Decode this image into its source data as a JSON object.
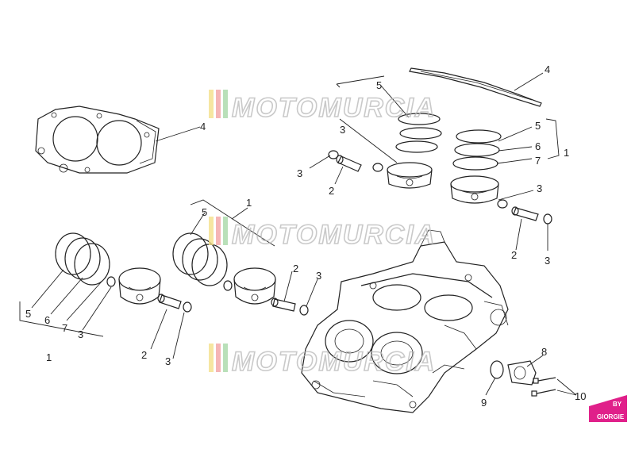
{
  "watermark": {
    "text": "MOTOMURCIA"
  },
  "badge": {
    "line1": "BY",
    "line2": "GIORGIE",
    "color": "#e0208a"
  },
  "stripe_colors": [
    "#f4e08a",
    "#f2a3a3",
    "#a8d8a8"
  ],
  "callouts": [
    {
      "id": "c1",
      "text": "4"
    },
    {
      "id": "c2",
      "text": "4"
    },
    {
      "id": "c3",
      "text": "5"
    },
    {
      "id": "c4",
      "text": "3"
    },
    {
      "id": "c5",
      "text": "3"
    },
    {
      "id": "c6",
      "text": "2"
    },
    {
      "id": "c7",
      "text": "5"
    },
    {
      "id": "c8",
      "text": "6"
    },
    {
      "id": "c9",
      "text": "7"
    },
    {
      "id": "c10",
      "text": "1"
    },
    {
      "id": "c11",
      "text": "3"
    },
    {
      "id": "c12",
      "text": "2"
    },
    {
      "id": "c13",
      "text": "3"
    },
    {
      "id": "c14",
      "text": "5"
    },
    {
      "id": "c15",
      "text": "1"
    },
    {
      "id": "c16",
      "text": "2"
    },
    {
      "id": "c17",
      "text": "3"
    },
    {
      "id": "c18",
      "text": "5"
    },
    {
      "id": "c19",
      "text": "6"
    },
    {
      "id": "c20",
      "text": "7"
    },
    {
      "id": "c21",
      "text": "3"
    },
    {
      "id": "c22",
      "text": "1"
    },
    {
      "id": "c23",
      "text": "2"
    },
    {
      "id": "c24",
      "text": "3"
    },
    {
      "id": "c25",
      "text": "8"
    },
    {
      "id": "c26",
      "text": "9"
    },
    {
      "id": "c27",
      "text": "10"
    }
  ]
}
